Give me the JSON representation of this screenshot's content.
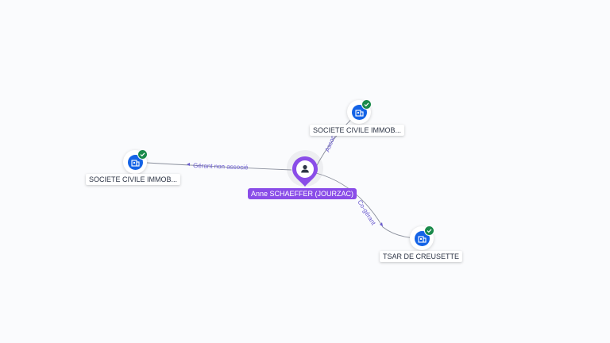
{
  "center": {
    "label": "Anne SCHAEFFER (JOURZAC)",
    "icon": "person-icon",
    "color": "#8a4de8"
  },
  "nodes": [
    {
      "id": "left",
      "label": "SOCIETE CIVILE IMMOB...",
      "icon": "building-icon",
      "verified": true
    },
    {
      "id": "top",
      "label": "SOCIETE CIVILE IMMOB...",
      "icon": "building-icon",
      "verified": true
    },
    {
      "id": "bottom",
      "label": "TSAR DE CREUSETTE",
      "icon": "building-icon",
      "verified": true
    }
  ],
  "edges": [
    {
      "to": "left",
      "label": "Gérant non associé"
    },
    {
      "to": "top",
      "label": "Associé"
    },
    {
      "to": "bottom",
      "label": "Co-gérant"
    }
  ],
  "colors": {
    "company": "#1463e6",
    "verified": "#1a8a4b",
    "edge": "#8a8f9c",
    "edge_label": "#6a5bd0"
  }
}
